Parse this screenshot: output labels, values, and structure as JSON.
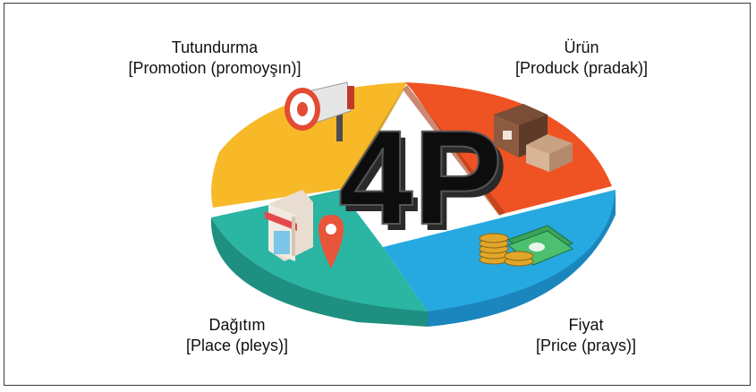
{
  "center_text": "4P",
  "segments": {
    "promotion": {
      "title": "Tutundurma",
      "subtitle": "[Promotion (promoyşın)]",
      "color": "#f7b928",
      "icon": "megaphone-icon"
    },
    "product": {
      "title": "Ürün",
      "subtitle": "[Produck (pradak)]",
      "color": "#ef5323",
      "icon": "boxes-icon"
    },
    "price": {
      "title": "Fiyat",
      "subtitle": "[Price (prays)]",
      "color": "#26a9e0",
      "icon": "money-icon"
    },
    "place": {
      "title": "Dağıtım",
      "subtitle": "[Place (pleys)]",
      "color": "#2bb5a3",
      "icon": "store-location-icon"
    }
  }
}
